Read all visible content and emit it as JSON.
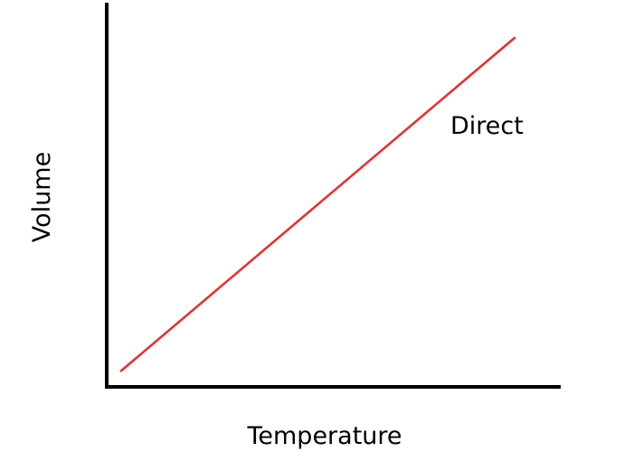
{
  "chart_data": {
    "type": "line",
    "title": "",
    "xlabel": "Temperature",
    "ylabel": "Volume",
    "xlim": [
      0,
      1
    ],
    "ylim": [
      0,
      1
    ],
    "grid": false,
    "ticks": false,
    "series": [
      {
        "name": "Direct",
        "x": [
          0.03,
          0.9
        ],
        "y": [
          0.04,
          0.91
        ],
        "color": "#ee2a2a"
      }
    ],
    "annotations": [
      {
        "text": "Direct"
      }
    ]
  }
}
